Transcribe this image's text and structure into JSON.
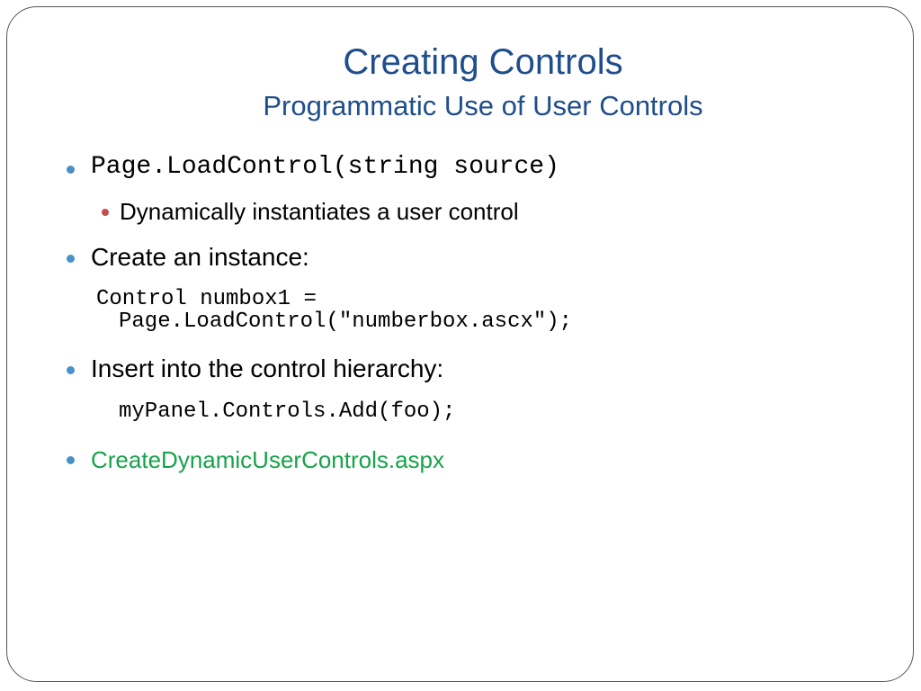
{
  "slide": {
    "title": "Creating Controls",
    "subtitle": "Programmatic Use of User Controls"
  },
  "bullets": {
    "b1": "Page.LoadControl(string source)",
    "b1_sub": "Dynamically instantiates a user control",
    "b2": "Create an instance:",
    "b2_code_line1": "Control numbox1 =",
    "b2_code_line2": "Page.LoadControl(\"numberbox.ascx\");",
    "b3": "Insert into the control hierarchy:",
    "b3_code": "myPanel.Controls.Add(foo);",
    "b4": "CreateDynamicUserControls.aspx"
  },
  "colors": {
    "title": "#1f4e8c",
    "bullet_level1": "#4a90c8",
    "bullet_level2": "#c0504d",
    "link_green": "#16a34a"
  }
}
